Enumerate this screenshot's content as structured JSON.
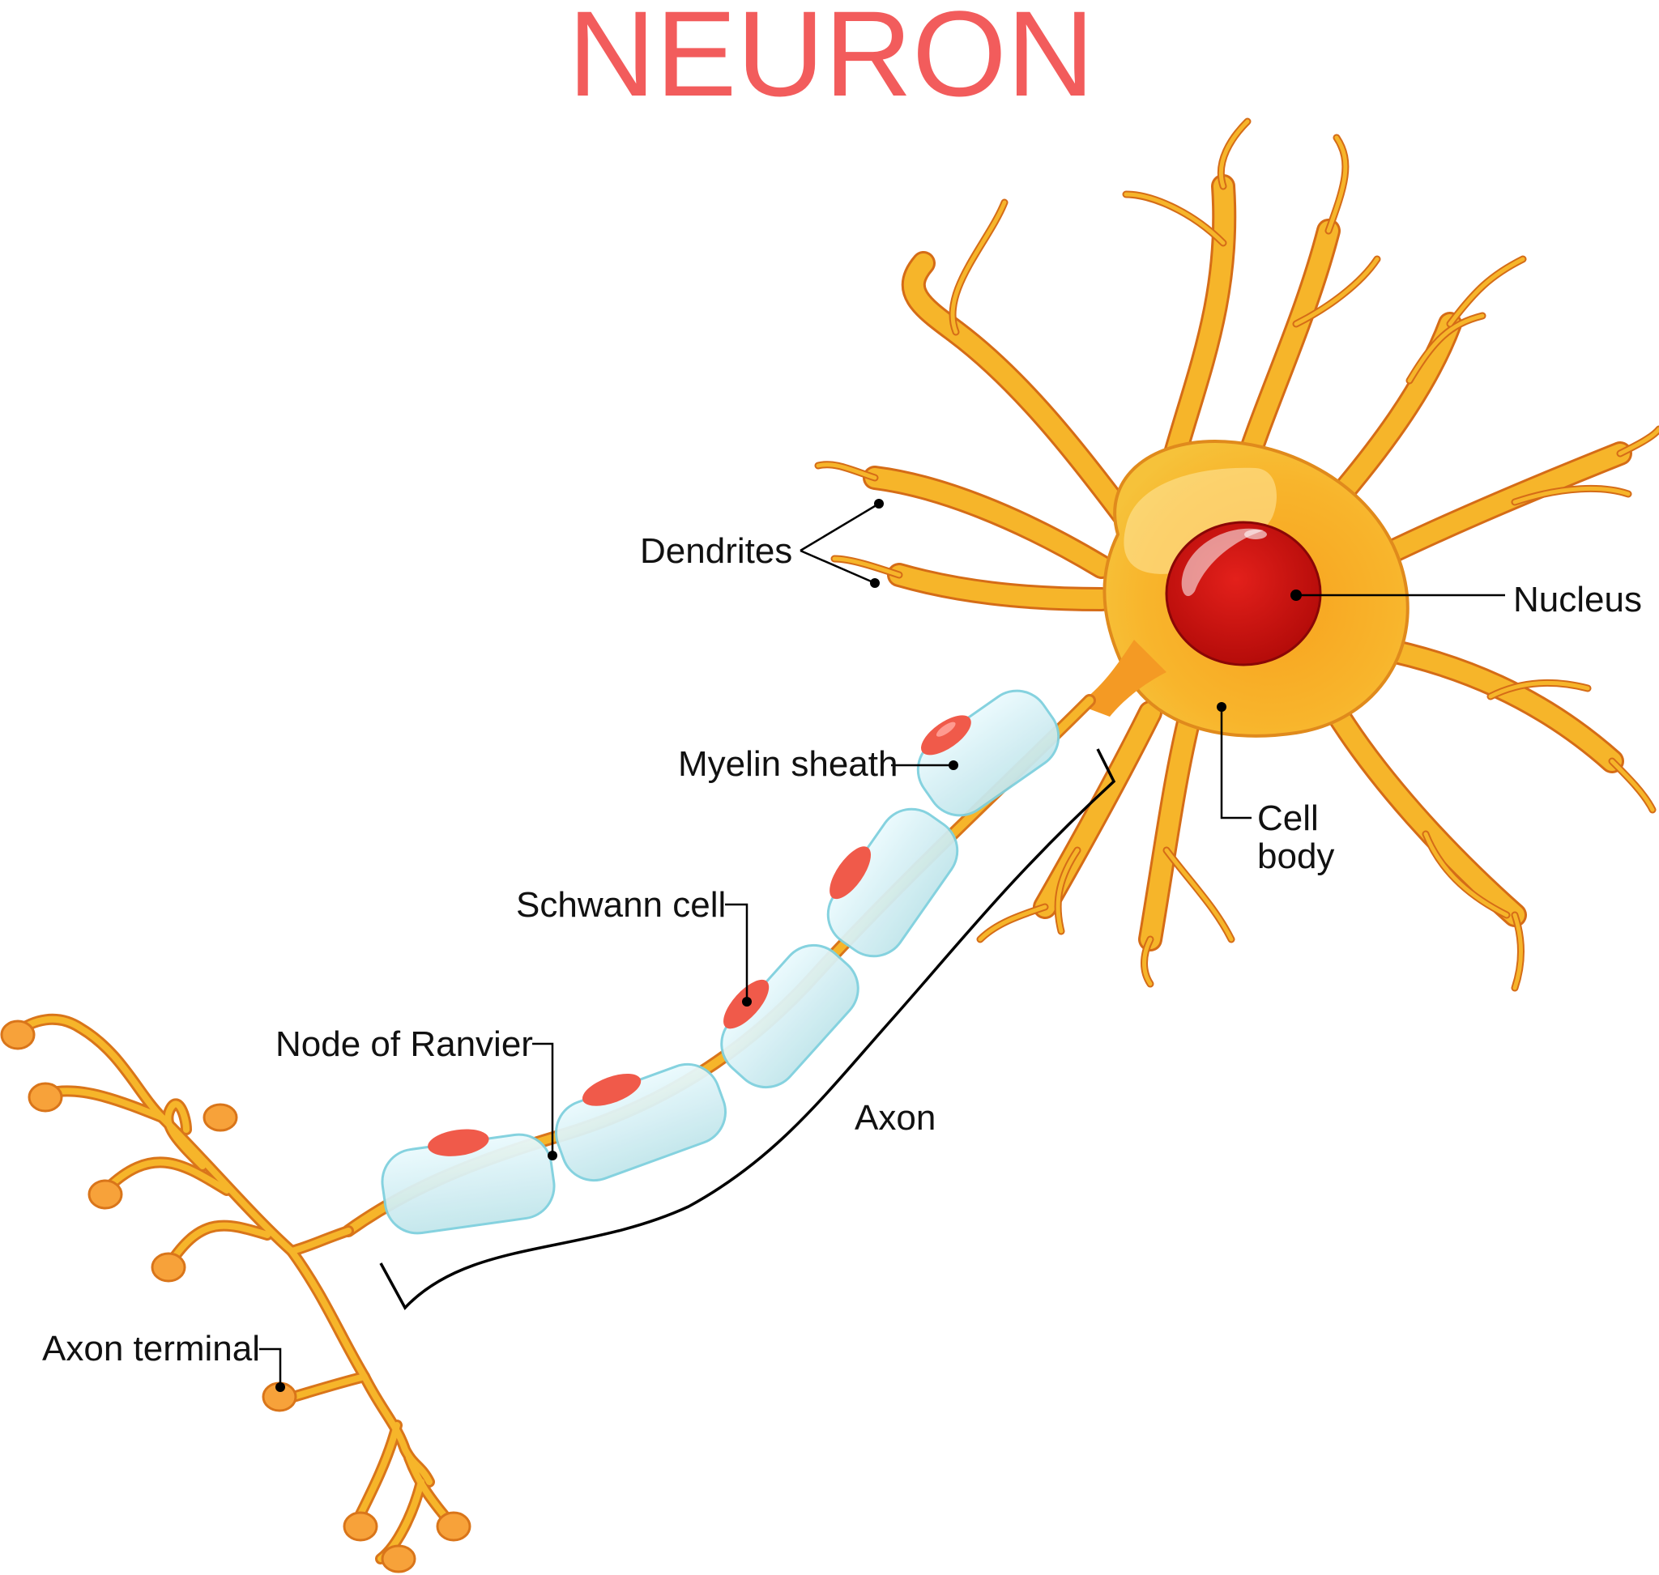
{
  "title": "NEURON",
  "colors": {
    "title": "#f25c5c",
    "neuron_body": "#f6b52a",
    "neuron_edge": "#d9751a",
    "nucleus": "#c8110e",
    "myelin": "#d7f0f4",
    "myelin_edge": "#7fd0de",
    "schwann_nucleus": "#f05a4a",
    "terminal_bulb": "#f7a23a"
  },
  "labels": {
    "dendrites": "Dendrites",
    "nucleus": "Nucleus",
    "myelin_sheath": "Myelin sheath",
    "cell_body_line1": "Cell",
    "cell_body_line2": "body",
    "schwann_cell": "Schwann cell",
    "node_of_ranvier": "Node of Ranvier",
    "axon": "Axon",
    "axon_terminal": "Axon terminal"
  }
}
